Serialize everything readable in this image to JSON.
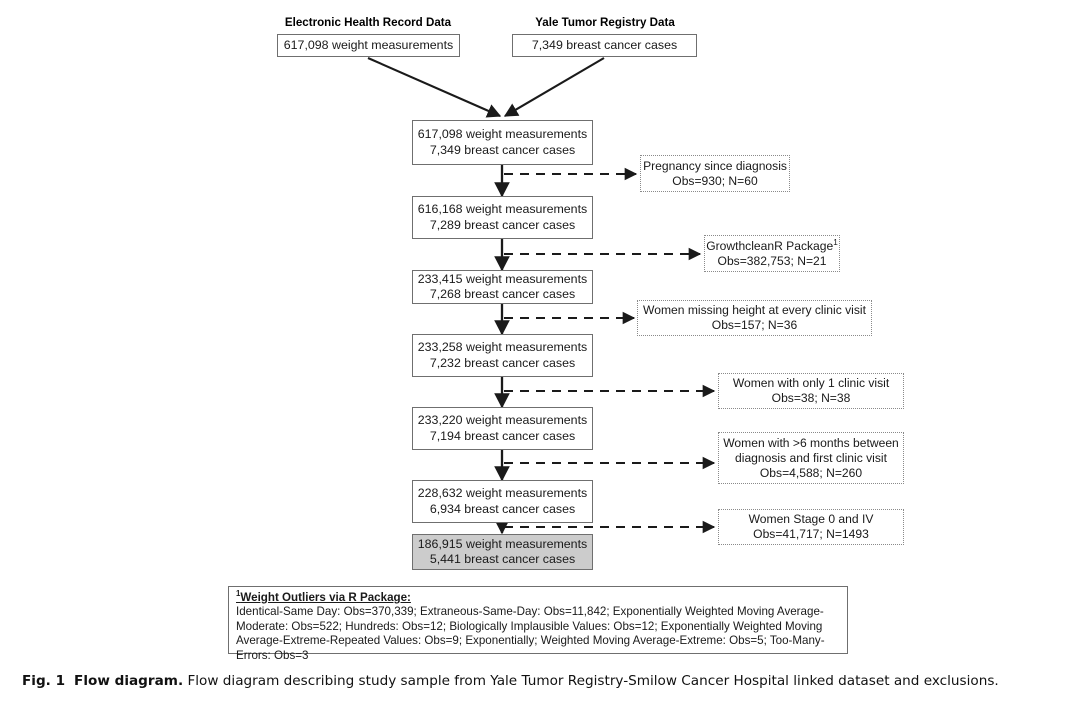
{
  "sources": [
    {
      "title": "Electronic Health Record Data",
      "box": "617,098 weight measurements"
    },
    {
      "title": "Yale Tumor Registry Data",
      "box": "7,349 breast cancer cases"
    }
  ],
  "flow_nodes": [
    {
      "line1": "617,098 weight measurements",
      "line2": "7,349 breast cancer cases",
      "shaded": false
    },
    {
      "line1": "616,168 weight measurements",
      "line2": "7,289 breast cancer cases",
      "shaded": false
    },
    {
      "line1": "233,415 weight measurements",
      "line2": "7,268 breast cancer cases",
      "shaded": false
    },
    {
      "line1": "233,258 weight measurements",
      "line2": "7,232 breast cancer cases",
      "shaded": false
    },
    {
      "line1": "233,220 weight measurements",
      "line2": "7,194 breast cancer cases",
      "shaded": false
    },
    {
      "line1": "228,632 weight measurements",
      "line2": "6,934 breast cancer cases",
      "shaded": false
    },
    {
      "line1": "186,915 weight measurements",
      "line2": "5,441 breast cancer cases",
      "shaded": true
    }
  ],
  "exclusions": [
    {
      "lines": [
        "Pregnancy since diagnosis",
        "Obs=930; N=60"
      ],
      "footnote_marker": ""
    },
    {
      "lines": [
        "GrowthcleanR Package",
        "Obs=382,753; N=21"
      ],
      "footnote_marker": "1"
    },
    {
      "lines": [
        "Women missing height at every clinic visit",
        "Obs=157; N=36"
      ],
      "footnote_marker": ""
    },
    {
      "lines": [
        "Women with only 1 clinic visit",
        "Obs=38; N=38"
      ],
      "footnote_marker": ""
    },
    {
      "lines": [
        "Women with >6 months between",
        "diagnosis and first clinic visit",
        "Obs=4,588; N=260"
      ],
      "footnote_marker": ""
    },
    {
      "lines": [
        "Women Stage 0 and IV",
        "Obs=41,717; N=1493"
      ],
      "footnote_marker": ""
    }
  ],
  "footnote": {
    "marker": "1",
    "heading": "Weight Outliers via R Package:",
    "body": "Identical-Same Day: Obs=370,339; Extraneous-Same-Day: Obs=11,842; Exponentially Weighted Moving Average-Moderate: Obs=522; Hundreds: Obs=12; Biologically Implausible Values: Obs=12; Exponentially Weighted Moving Average-Extreme-Repeated Values: Obs=9; Exponentially; Weighted Moving Average-Extreme: Obs=5; Too-Many-Errors: Obs=3"
  },
  "caption": {
    "fig_number": "Fig. 1",
    "fig_title": "Flow diagram.",
    "text": "Flow diagram describing study sample from Yale Tumor Registry-Smilow Cancer Hospital linked dataset and exclusions."
  },
  "colors": {
    "shaded_fill": "#cccccc",
    "box_border": "#6f6f6f",
    "line": "#1a1a1a",
    "text": "#1a1a1a"
  }
}
